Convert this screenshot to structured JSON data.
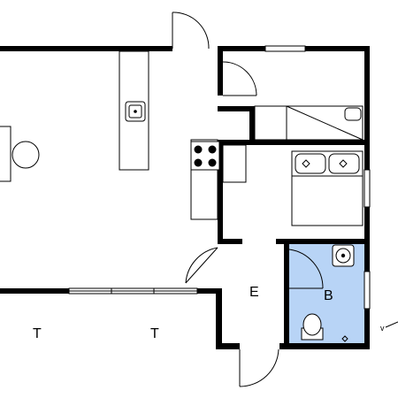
{
  "colors": {
    "wall": "#000000",
    "background": "#ffffff",
    "bathroom_fill": "#b8d4f6"
  },
  "labels": {
    "entry": "E",
    "bathroom": "B",
    "terrace_left": "T",
    "terrace_right": "T",
    "edge_mark": "v"
  },
  "icons": {
    "sink": "sink-icon",
    "stove": "stove-icon",
    "toilet": "toilet-icon",
    "washbasin": "washbasin-icon",
    "bed": "double-bed-icon",
    "table": "dining-table-icon",
    "chair": "chair-icon"
  }
}
